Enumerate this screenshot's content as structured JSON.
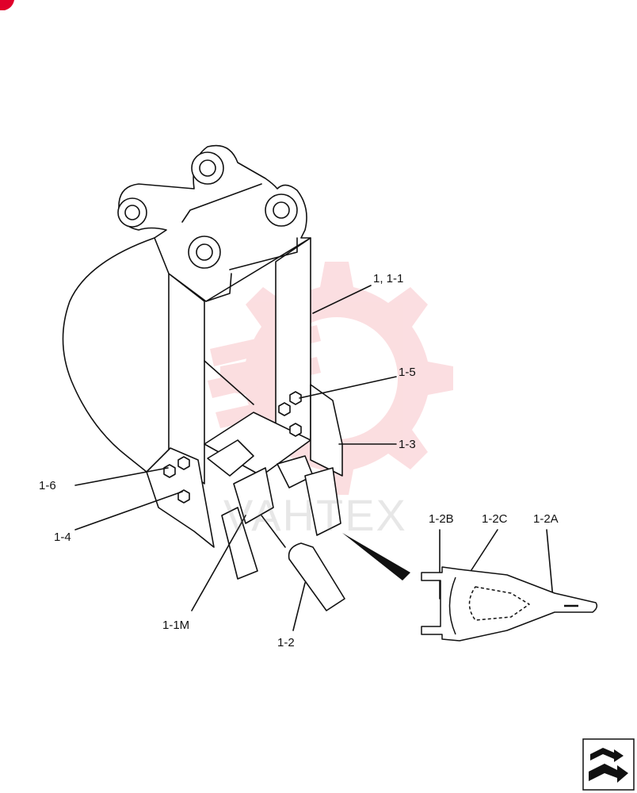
{
  "diagram": {
    "callouts": {
      "c1_1_1": "1, 1-1",
      "c1_5": "1-5",
      "c1_3": "1-3",
      "c1_6": "1-6",
      "c1_4": "1-4",
      "c1_1m": "1-1M",
      "c1_2": "1-2",
      "c1_2b": "1-2B",
      "c1_2c": "1-2C",
      "c1_2a": "1-2A"
    },
    "watermark": {
      "text": "VAHTEX",
      "color": "#f4a3a8"
    },
    "corner_mark_color": "#e0002a"
  },
  "navigation": {
    "icon": "next-page-arrow-icon"
  }
}
